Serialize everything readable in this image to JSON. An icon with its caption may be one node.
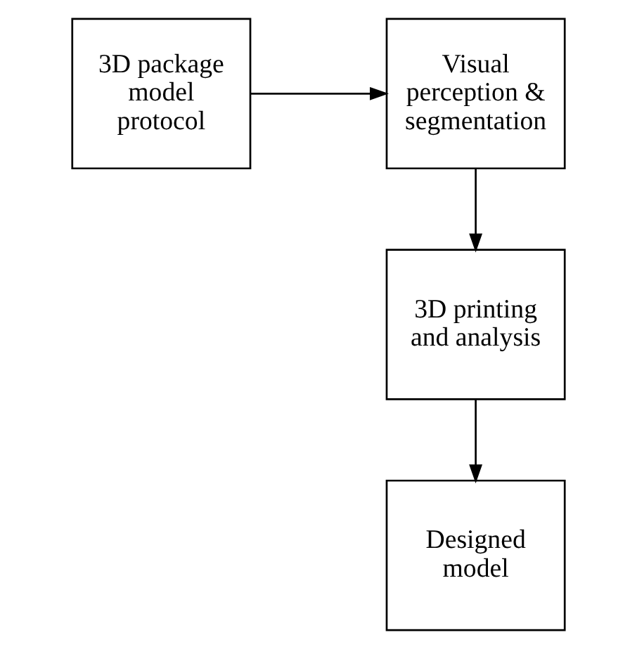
{
  "diagram": {
    "nodes": [
      {
        "text": [
          "3D package model protocol"
        ]
      },
      {
        "text": [
          "Visual perception & segmentation"
        ]
      },
      {
        "text": [
          "3D printing and analysis"
        ]
      },
      {
        "text": [
          "Designed model"
        ]
      }
    ],
    "edges": [
      {
        "from": 0,
        "to": 1,
        "arrow": "to"
      },
      {
        "from": 1,
        "to": 2,
        "arrow": "to"
      },
      {
        "from": 2,
        "to": 3,
        "arrow": "to"
      }
    ]
  }
}
